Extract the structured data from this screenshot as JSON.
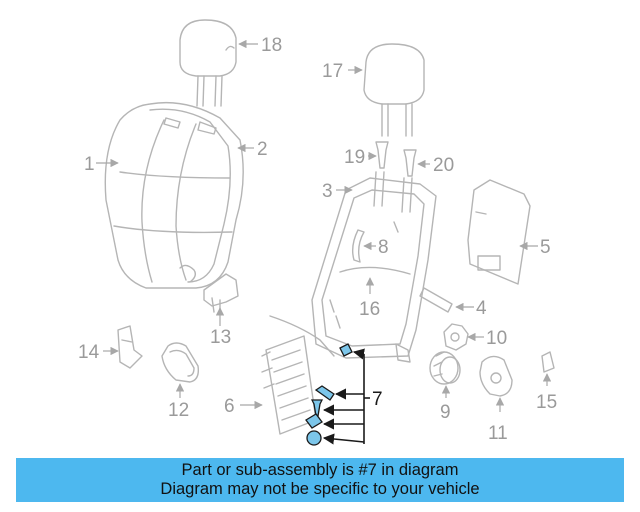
{
  "diagram": {
    "callouts": {
      "c1": "1",
      "c2": "2",
      "c3": "3",
      "c4": "4",
      "c5": "5",
      "c6": "6",
      "c7": "7",
      "c8": "8",
      "c9": "9",
      "c10": "10",
      "c11": "11",
      "c12": "12",
      "c13": "13",
      "c14": "14",
      "c15": "15",
      "c16": "16",
      "c17": "17",
      "c18": "18",
      "c19": "19",
      "c20": "20"
    },
    "highlighted_part": "7",
    "colors": {
      "highlight": "#7cc6ea",
      "banner": "#4db8ef",
      "line_art": "#b5b5b5"
    }
  },
  "banner": {
    "line1": "Part or sub-assembly is #7 in diagram",
    "line2": "Diagram may not be specific to your vehicle"
  }
}
